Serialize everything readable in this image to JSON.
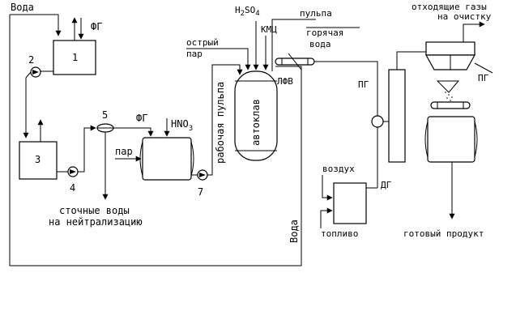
{
  "labels": {
    "voda_top": "Вода",
    "fg_1": "ФГ",
    "n1": "1",
    "n2": "2",
    "n3": "3",
    "n4": "4",
    "n5": "5",
    "n7": "7",
    "fg_5": "ФГ",
    "hno3_main": "HNO",
    "hno3_sub": "3",
    "par": "пар",
    "waste_line1": "сточные воды",
    "waste_line2": "на нейтрализацию",
    "rabochaya_pulpa": "рабочая пульпа",
    "ostryi": "острый",
    "par2": "пар",
    "h2so4_main": "H",
    "h2so4_sub1": "2",
    "h2so4_mid": "SO",
    "h2so4_sub2": "4",
    "kmts": "КМЦ",
    "avtoklav": "автоклав",
    "pulpa": "пульпа",
    "goryachaya": "горячая",
    "voda_hot": "вода",
    "lfv": "ЛФВ",
    "pg_left": "ПГ",
    "otkhod1": "отходящие газы",
    "otkhod2": "на очистку",
    "pg_right": "ПГ",
    "vozdukh": "воздух",
    "toplivo": "топливо",
    "dg": "ДГ",
    "voda_vertical": "Вода",
    "gotovyi": "готовый продукт"
  }
}
